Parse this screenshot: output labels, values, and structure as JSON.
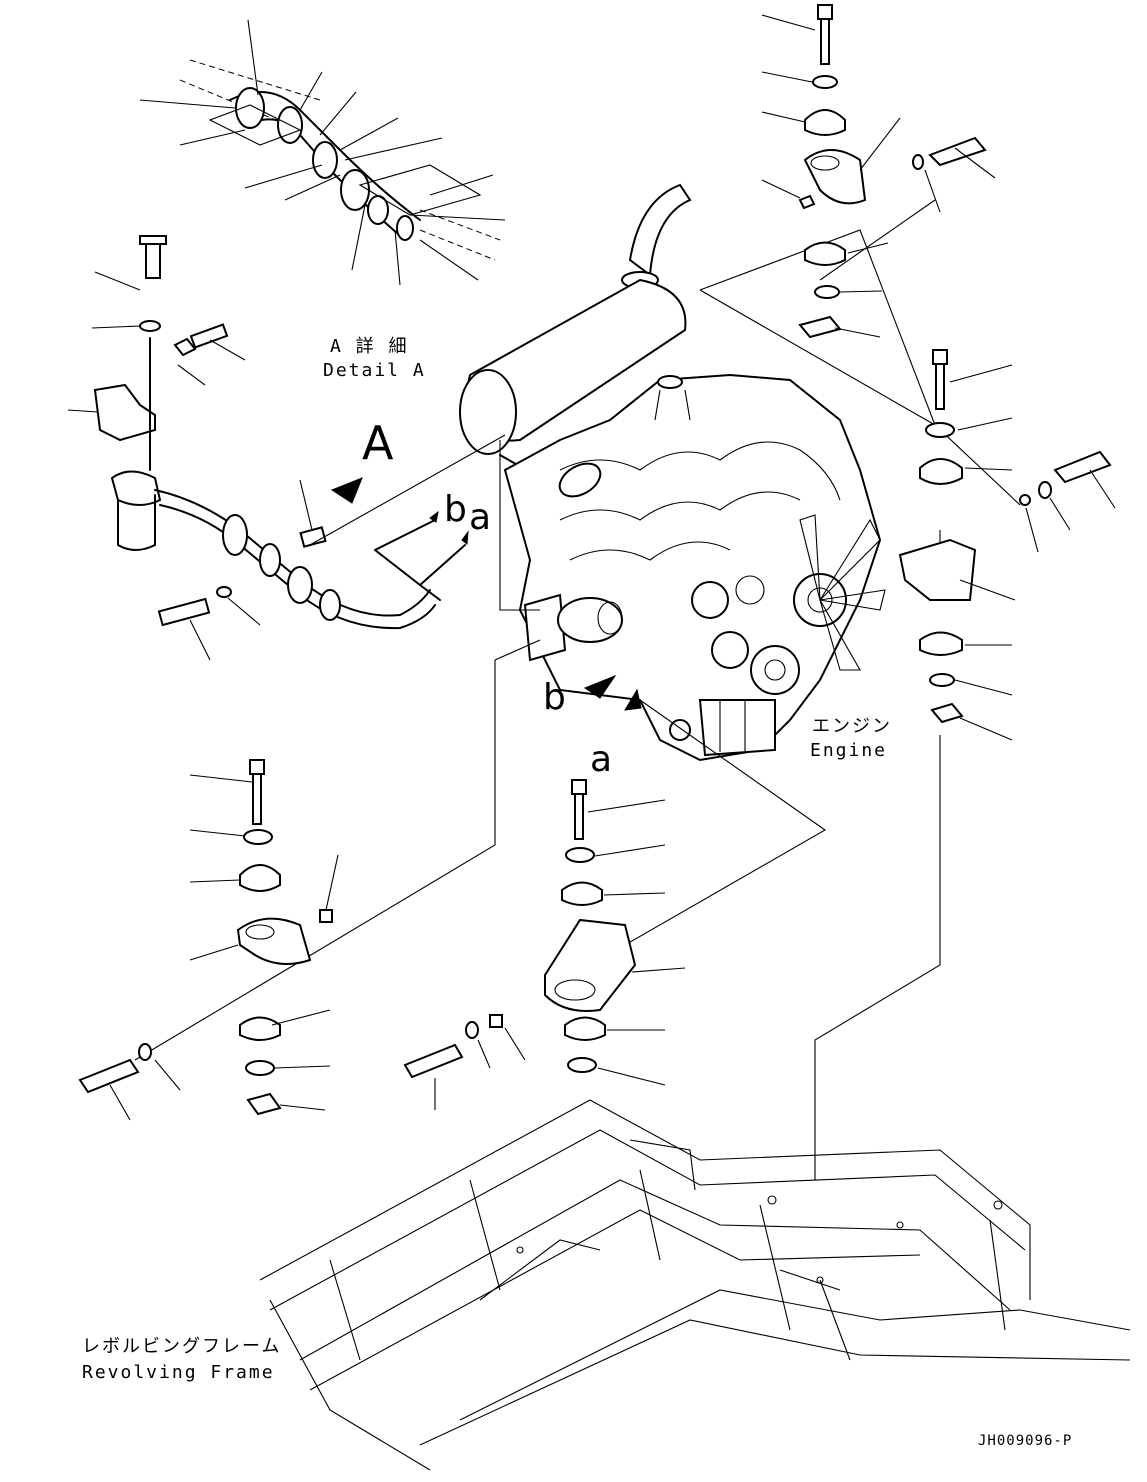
{
  "labels": {
    "callout_A": "A",
    "detail_a_jp": "A 詳 細",
    "detail_a_en": "Detail A",
    "callout_b_top": "b",
    "callout_a_top": "a",
    "callout_b": "b",
    "callout_a": "a",
    "engine_jp": "エンジン",
    "engine_en": "Engine",
    "frame_jp": "レボルビングフレーム",
    "frame_en": "Revolving Frame",
    "drawing_number": "JH009096-P"
  }
}
